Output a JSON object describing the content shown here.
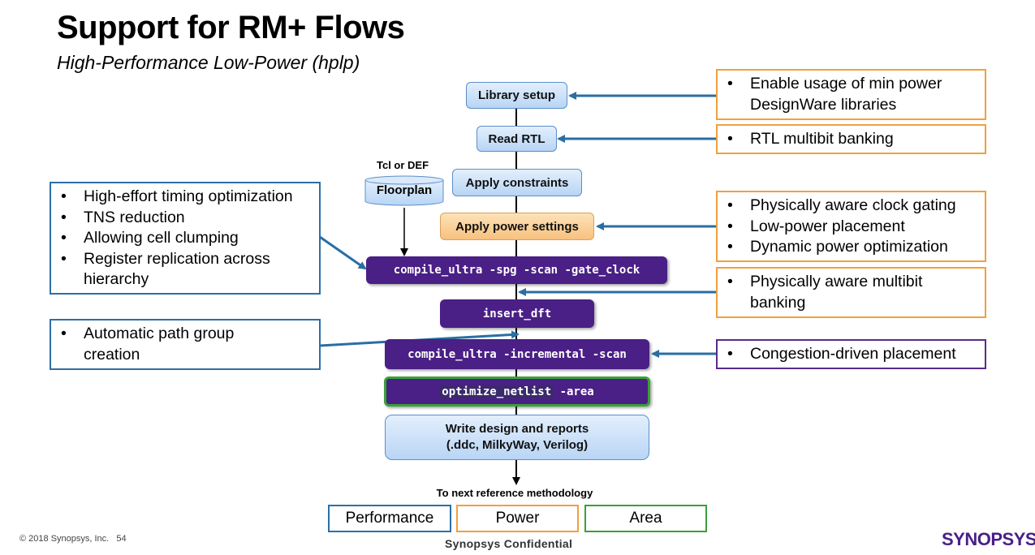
{
  "title": "Support for RM+ Flows",
  "subtitle": "High-Performance Low-Power (hplp)",
  "flow": {
    "library_setup": "Library setup",
    "read_rtl": "Read RTL",
    "apply_constraints": "Apply constraints",
    "apply_power": "Apply power settings",
    "compile1": "compile_ultra -spg -scan -gate_clock",
    "insert_dft": "insert_dft",
    "compile2": "compile_ultra -incremental -scan",
    "optimize_cmd": "optimize_netlist",
    "optimize_arg": " -area",
    "write_line1": "Write design and reports",
    "write_line2": "(.ddc, MilkyWay, Verilog)",
    "next": "To next reference methodology"
  },
  "floorplan": {
    "label": "Floorplan",
    "caption": "Tcl or DEF"
  },
  "notes": {
    "min_power": [
      "Enable usage of min power DesignWare libraries"
    ],
    "rtl_multibit": [
      "RTL multibit banking"
    ],
    "power_settings": [
      "Physically aware clock gating",
      "Low-power placement",
      "Dynamic power optimization"
    ],
    "multibit": [
      "Physically aware multibit banking"
    ],
    "congestion": [
      "Congestion-driven placement"
    ],
    "timing": [
      "High-effort timing optimization",
      "TNS reduction",
      "Allowing cell clumping",
      "Register replication across hierarchy"
    ],
    "path_group": [
      "Automatic path group creation"
    ]
  },
  "legend": {
    "performance": "Performance",
    "power": "Power",
    "area": "Area"
  },
  "footer": {
    "copyright": "© 2018 Synopsys, Inc.",
    "page": "54",
    "confidential": "Synopsys Confidential",
    "logo": "SYNOPSYS",
    "logo_mark": "®"
  },
  "colors": {
    "purple": "#4a1f86",
    "orange_border": "#f0a040",
    "blue_border": "#2c6fa8",
    "green_border": "#3aa03a",
    "arrow": "#2a6ea3"
  }
}
